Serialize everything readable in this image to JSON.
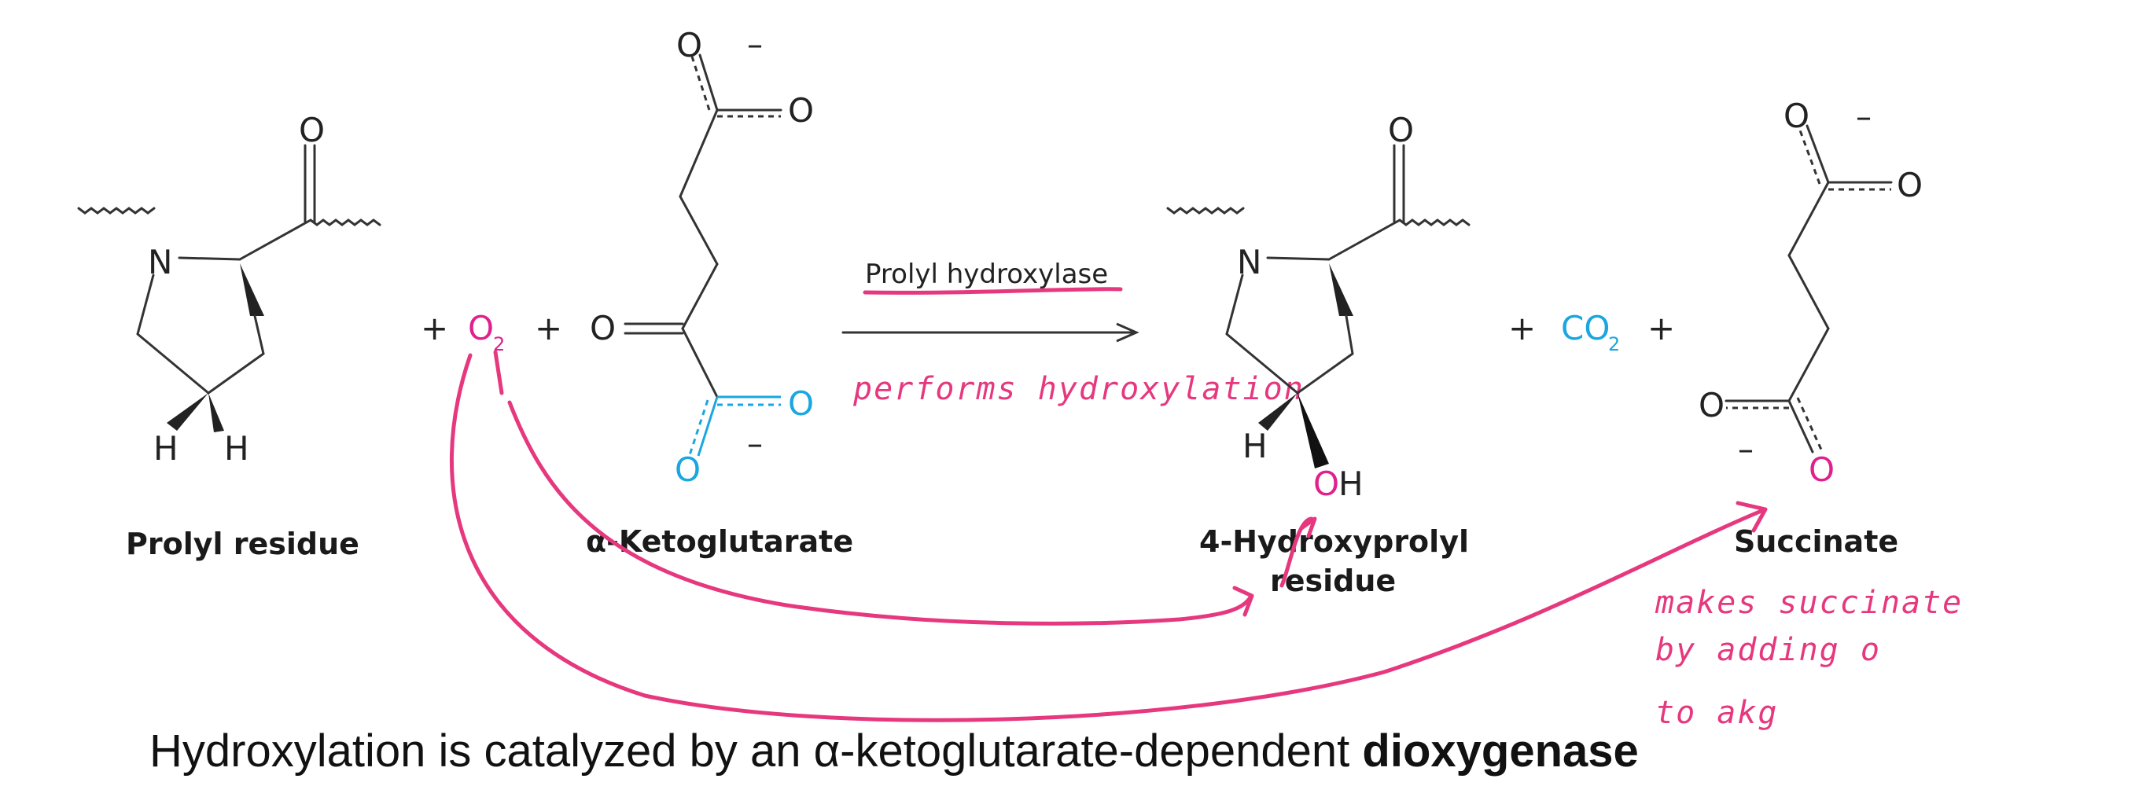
{
  "reaction": {
    "prolyl_label": "Prolyl residue",
    "akg_label": "α-Ketoglutarate",
    "hydroxyprolyl_label_line1": "4-Hydroxyprolyl",
    "hydroxyprolyl_label_line2": "residue",
    "succinate_label": "Succinate",
    "enzyme": "Prolyl hydroxylase",
    "o2_text": "O",
    "o2_sub": "2",
    "co2_text": "CO",
    "co2_sub": "2",
    "plus": "+",
    "atoms": {
      "O": "O",
      "N": "N",
      "H": "H",
      "OH_O": "O",
      "OH_H": "H",
      "minus": "–"
    }
  },
  "annotations": {
    "arrow_note": "performs hydroxylation",
    "succinate_note_line1": "makes succinate",
    "succinate_note_line2": "by adding o",
    "succinate_note_line3": "to akg"
  },
  "caption": {
    "text": "Hydroxylation is catalyzed by an α-ketoglutarate-dependent ",
    "bold": "dioxygenase"
  },
  "colors": {
    "highlight_blue": "#1aa6e0",
    "highlight_pink": "#e0208c",
    "annotation_ink": "#e6387e"
  }
}
